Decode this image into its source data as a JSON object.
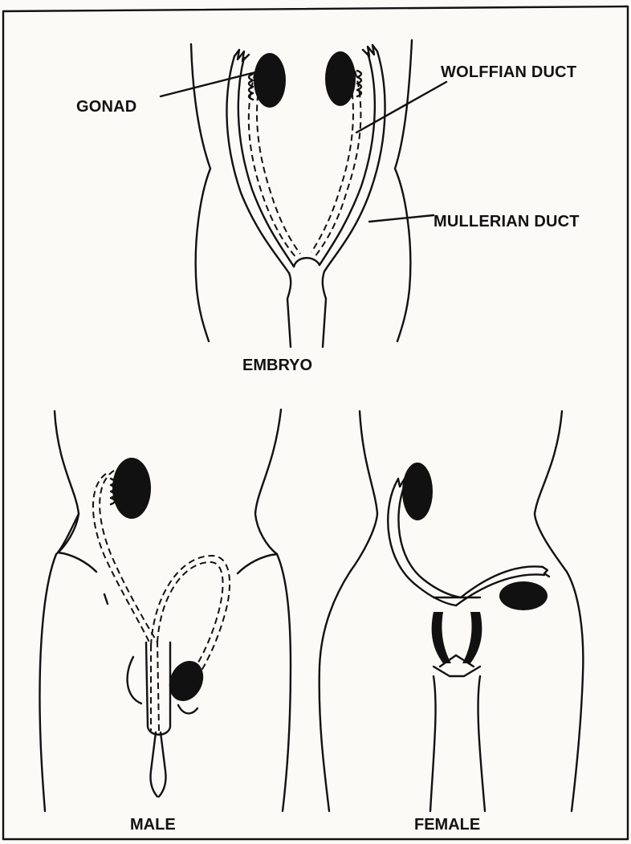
{
  "labels": {
    "gonad": "GONAD",
    "wolffian": "WOLFFIAN DUCT",
    "mullerian": "MULLERIAN DUCT"
  },
  "captions": {
    "embryo": "EMBRYO",
    "male": "MALE",
    "female": "FEMALE"
  },
  "colors": {
    "ink": "#111111",
    "paper": "#fbfaf7"
  }
}
